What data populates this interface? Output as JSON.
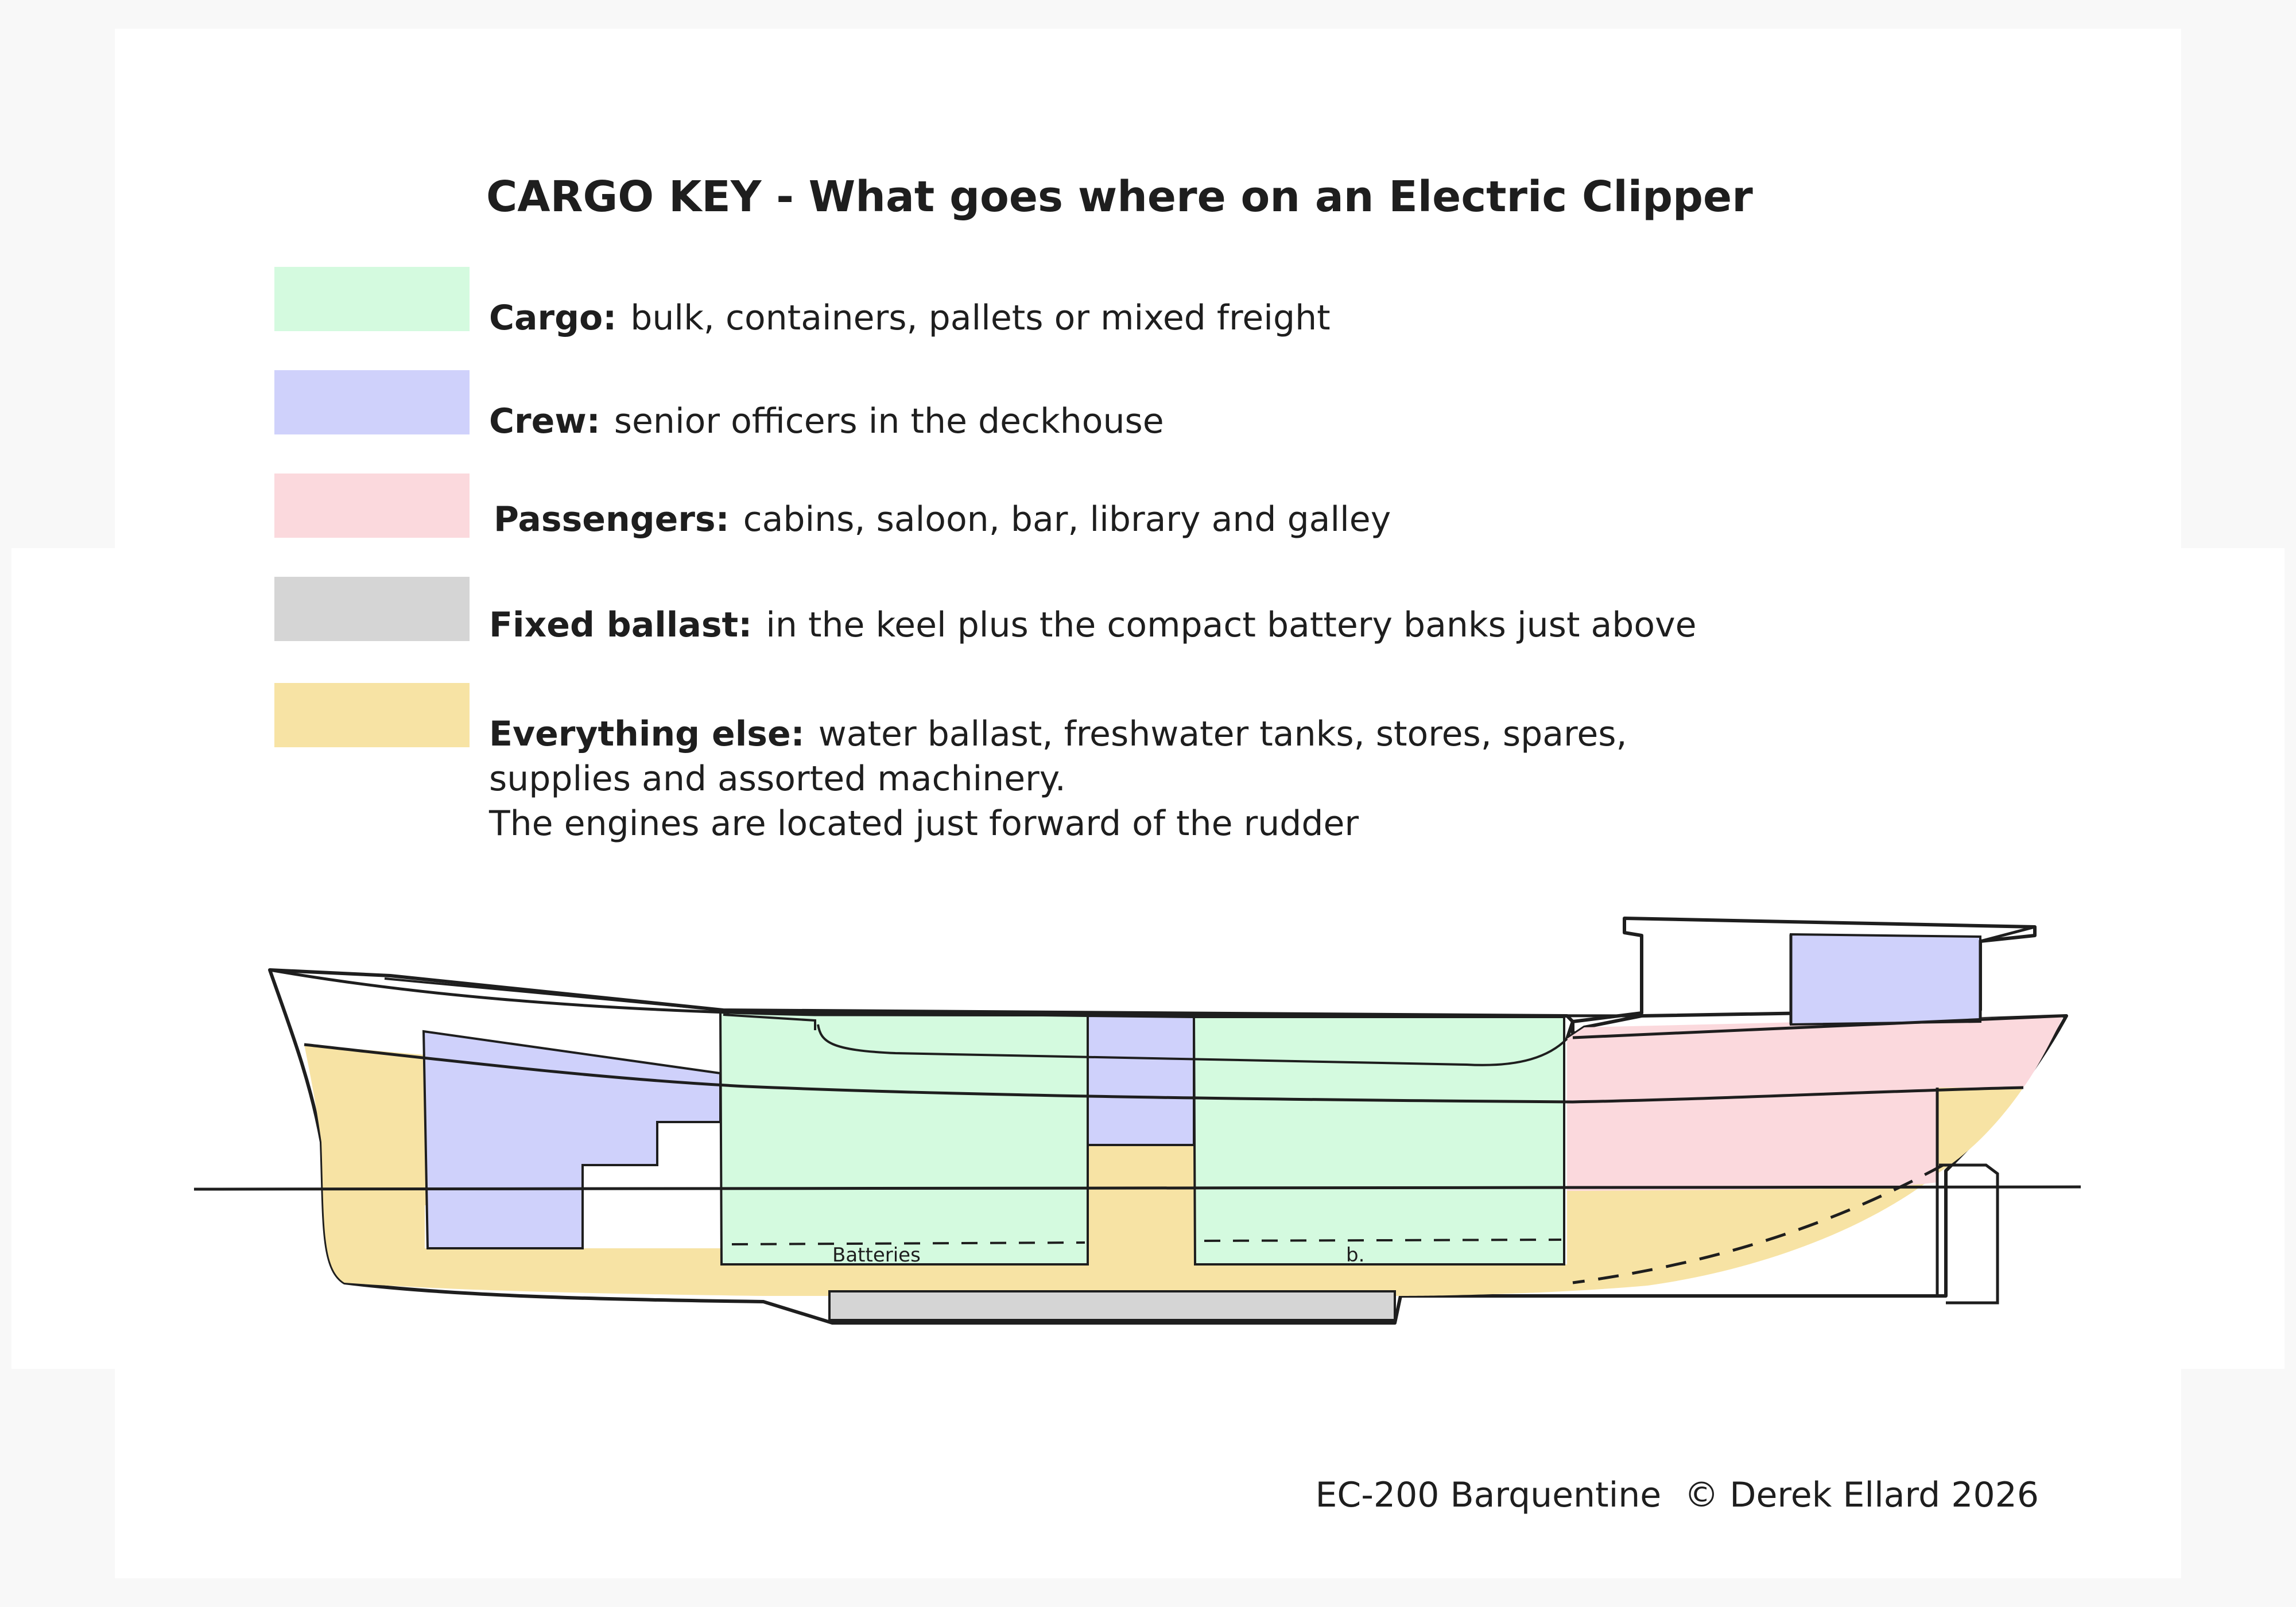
{
  "title": "CARGO KEY - What goes where on an Electric Clipper",
  "key": [
    {
      "label": "Cargo:",
      "text": "bulk, containers, pallets or mixed freight",
      "color": "#d4fadf"
    },
    {
      "label": "Crew:",
      "text": "senior officers in the deckhouse",
      "color": "#cfd1fb"
    },
    {
      "label": "Passengers:",
      "text": "cabins, saloon, bar, library and galley",
      "color": "#fbd9dd"
    },
    {
      "label": "Fixed ballast:",
      "text": "in the keel plus the compact battery banks just above",
      "color": "#d5d5d5"
    },
    {
      "label": "Everything else:",
      "text": "water ballast, freshwater tanks, stores, spares,",
      "line2": "supplies and assorted machinery.",
      "line3": "The engines are located just forward of the rudder",
      "color": "#f7e3a4"
    }
  ],
  "drawing": {
    "battery_label_1": "Batteries",
    "battery_label_2": "b."
  },
  "credit": {
    "model": "EC-200 Barquentine",
    "copyright": "© Derek Ellard 2026"
  }
}
